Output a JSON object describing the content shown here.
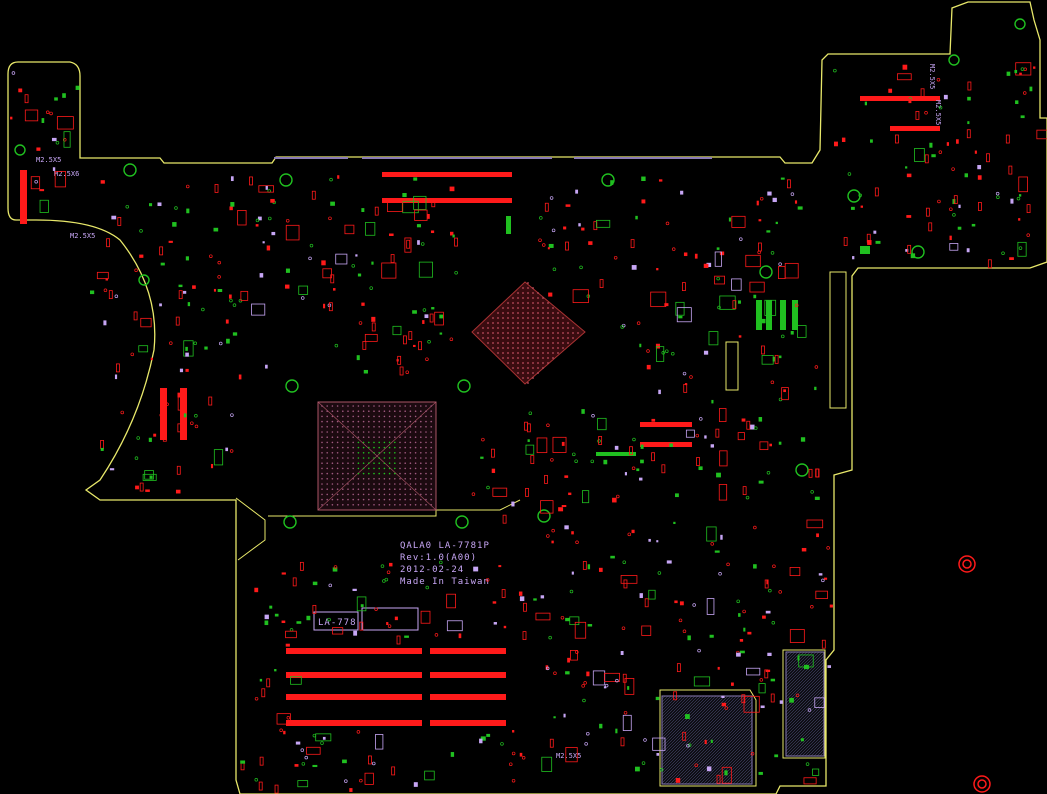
{
  "colors": {
    "background": "#000000",
    "outline": "#e8e86a",
    "pad_red": "#ff1a1a",
    "pad_green": "#20c020",
    "silk_violet": "#c7a6f5",
    "silk_dim": "#8a7bb5"
  },
  "labels": {
    "board_name": "QALA0 LA-7781P",
    "revision": "Rev:1.0(A00)",
    "date": "2012-02-24",
    "made_in": "Made In Taiwan",
    "ref_block": "LA-778",
    "screw_tl_1": "M2.5X5",
    "screw_tl_2": "M2.5X6",
    "screw_tl_3": "M2.5X5",
    "screw_tr_1": "M2.5X5",
    "screw_tr_2": "M2.5X5",
    "screw_bottom": "M2.5X5"
  }
}
